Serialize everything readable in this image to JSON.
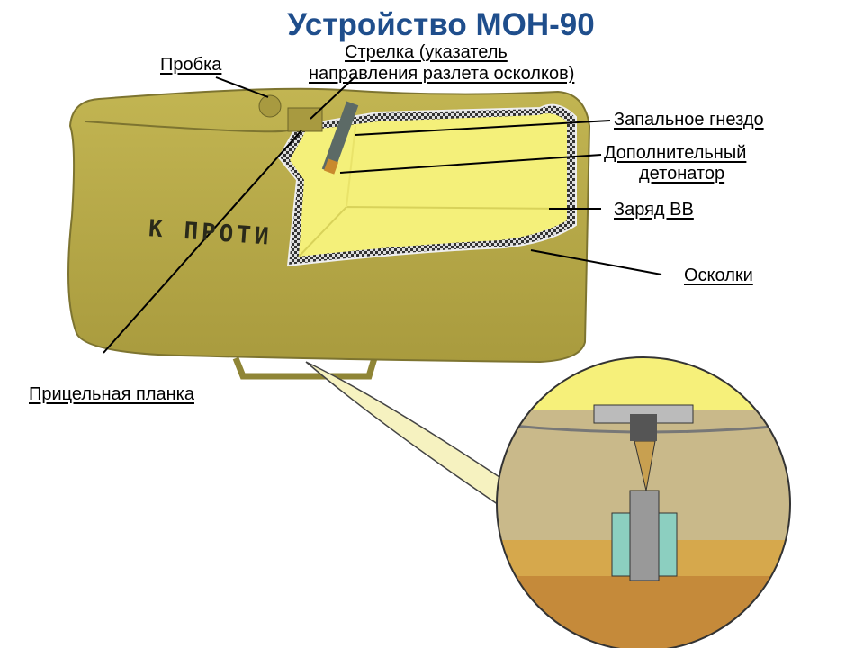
{
  "title": "Устройство МОН-90",
  "mine_marking": "К ПРОТИ",
  "labels": {
    "probka": "Пробка",
    "strelka_line1": "Стрелка (указатель",
    "strelka_line2": "направления разлета осколков)",
    "zapalnoe_gnezdo": "Запальное гнездо",
    "dop_detonator_line1": "Дополнительный",
    "dop_detonator_line2": "детонатор",
    "zaryad": "Заряд ВВ",
    "oskolki": "Осколки",
    "pricelnaya_planka": "Прицельная планка"
  },
  "colors": {
    "title": "#1f4e8c",
    "body": "#b3a546",
    "charge": "#f4f07a"
  }
}
